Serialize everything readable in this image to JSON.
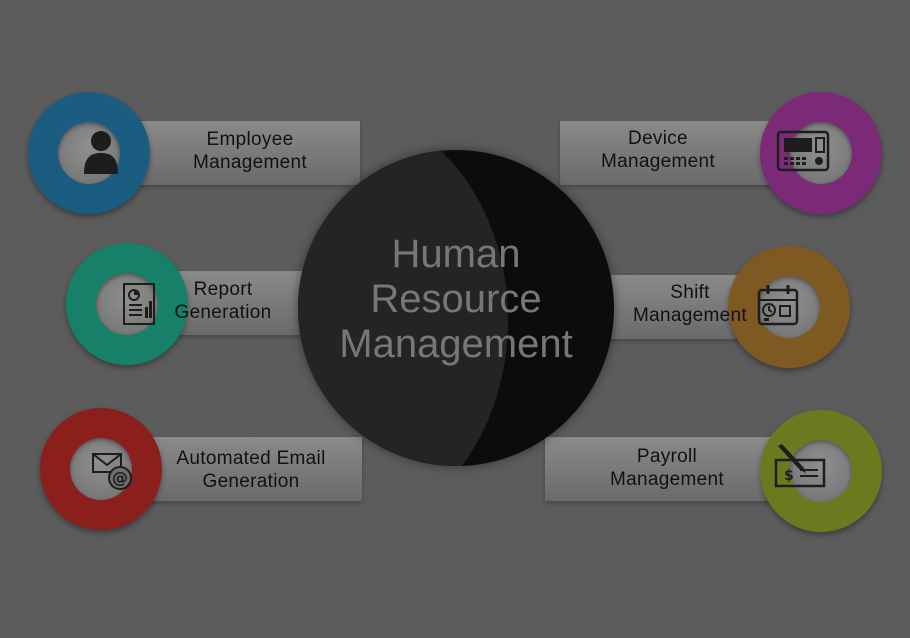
{
  "center": {
    "line1": "Human",
    "line2": "Resource",
    "line3": "Management"
  },
  "nodes": [
    {
      "line1": "Employee",
      "line2": "Management",
      "icon": "person-icon",
      "color": "#1a5d80"
    },
    {
      "line1": "Report",
      "line2": "Generation",
      "icon": "report-icon",
      "color": "#178069"
    },
    {
      "line1": "Automated Email",
      "line2": "Generation",
      "icon": "email-icon",
      "color": "#8a1f1c"
    },
    {
      "line1": "Device",
      "line2": "Management",
      "icon": "device-icon",
      "color": "#7b2a78"
    },
    {
      "line1": "Shift",
      "line2": "Management",
      "icon": "shift-icon",
      "color": "#7e5a22"
    },
    {
      "line1": "Payroll",
      "line2": "Management",
      "icon": "payroll-icon",
      "color": "#6a7a1e"
    }
  ]
}
